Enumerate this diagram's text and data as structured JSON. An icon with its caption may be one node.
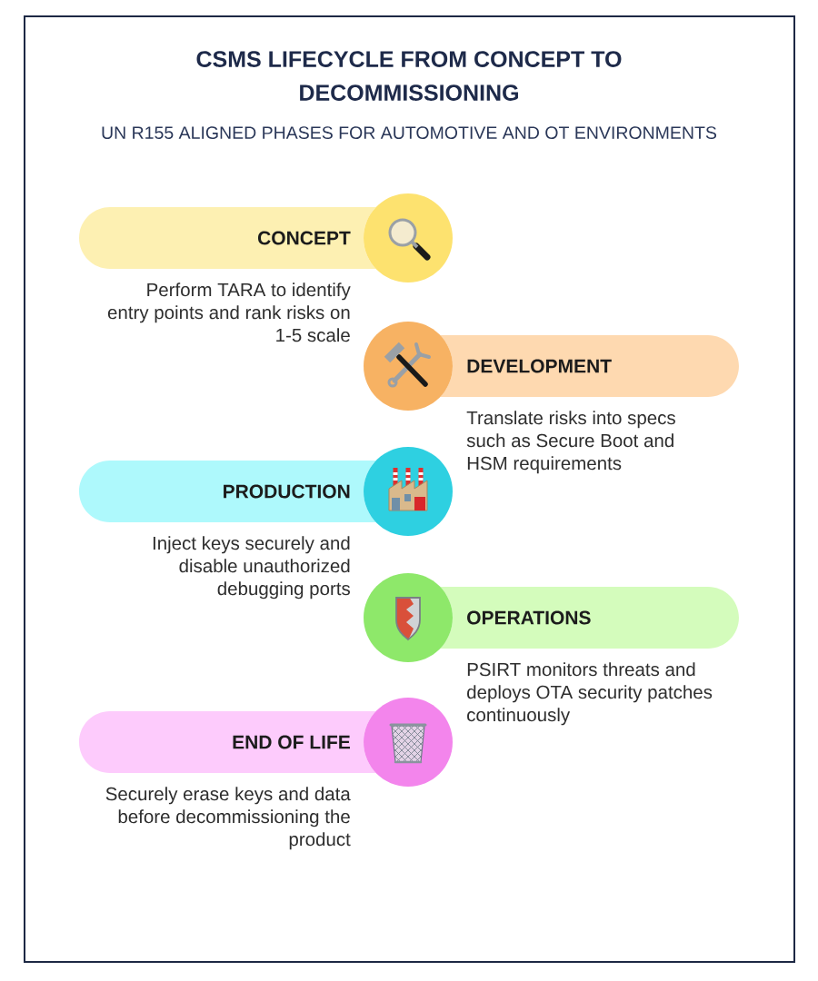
{
  "diagram": {
    "title": "CSMS LIFECYCLE FROM CONCEPT TO DECOMMISSIONING",
    "nodes": [
      {
        "text": [
          "CONCEPT"
        ],
        "beside": [
          "Perform TARA to identify entry points and rank risks on 1-5 scale"
        ]
      },
      {
        "text": [],
        "shape": "circle"
      },
      {
        "text": [],
        "shape": "circle"
      },
      {
        "text": [
          "DEVELOPMENT"
        ],
        "beside": [
          "Translate risks into specs such as Secure Boot and HSM requirements"
        ]
      },
      {
        "text": [
          "PRODUCTION"
        ],
        "beside": [
          "Inject keys securely and disable unauthorized debugging ports"
        ]
      },
      {
        "text": [],
        "shape": "circle"
      },
      {
        "text": [],
        "shape": "circle"
      },
      {
        "text": [
          "OPERATIONS"
        ],
        "beside": [
          "PSIRT monitors threats and deploys OTA security patches continuously"
        ]
      },
      {
        "text": [
          "END OF LIFE"
        ],
        "beside": [
          "Securely erase keys and data before decommissioning the product"
        ]
      },
      {
        "text": [],
        "shape": "circle"
      }
    ],
    "labels": [
      "UN R155 ALIGNED PHASES FOR AUTOMOTIVE AND OT ENVIRONMENTS"
    ]
  }
}
